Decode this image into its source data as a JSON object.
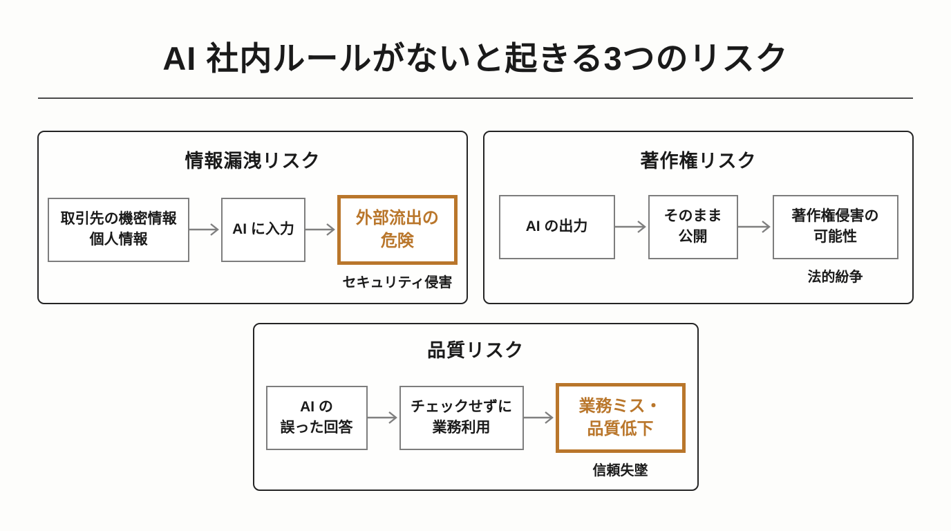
{
  "title": "AI 社内ルールがないと起きる3つのリスク",
  "colors": {
    "accent": "#b9762b",
    "node_border": "#7d7d7d",
    "panel_border": "#242424",
    "arrow": "#7f7f7f",
    "background": "#fdfdfb",
    "text": "#1a1a1a"
  },
  "panels": [
    {
      "title": "情報漏洩リスク",
      "steps": [
        "取引先の機密情報\n個人情報",
        "AI に入力",
        "外部流出の\n危険"
      ],
      "highlight_last": true,
      "consequence": "セキュリティ侵害"
    },
    {
      "title": "著作権リスク",
      "steps": [
        "AI の出力",
        "そのまま\n公開",
        "著作権侵害の\n可能性"
      ],
      "highlight_last": false,
      "consequence": "法的紛争"
    },
    {
      "title": "品質リスク",
      "steps": [
        "AI の\n誤った回答",
        "チェックせずに\n業務利用",
        "業務ミス・\n品質低下"
      ],
      "highlight_last": true,
      "consequence": "信頼失墜"
    }
  ]
}
